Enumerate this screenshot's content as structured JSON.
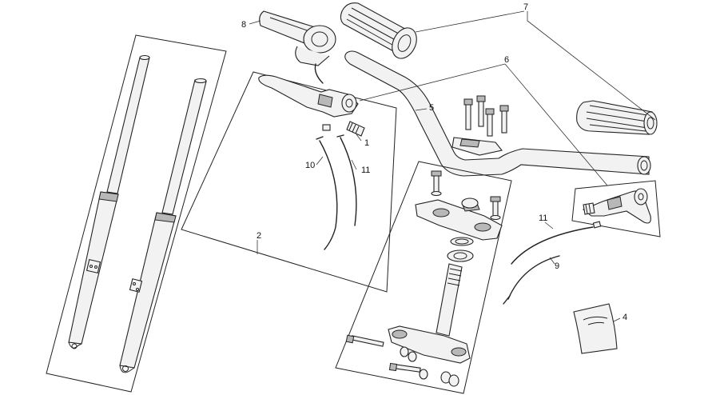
{
  "callouts": {
    "c1": "1",
    "c2": "2",
    "c4": "4",
    "c5": "5",
    "c6": "6",
    "c7": "7",
    "c8": "8",
    "c9": "9",
    "c10": "10",
    "c11a": "11",
    "c11b": "11"
  },
  "colors": {
    "line": "#222222",
    "part_fill": "#f2f2f2",
    "shade": "#b8b8b8",
    "background": "#ffffff"
  }
}
